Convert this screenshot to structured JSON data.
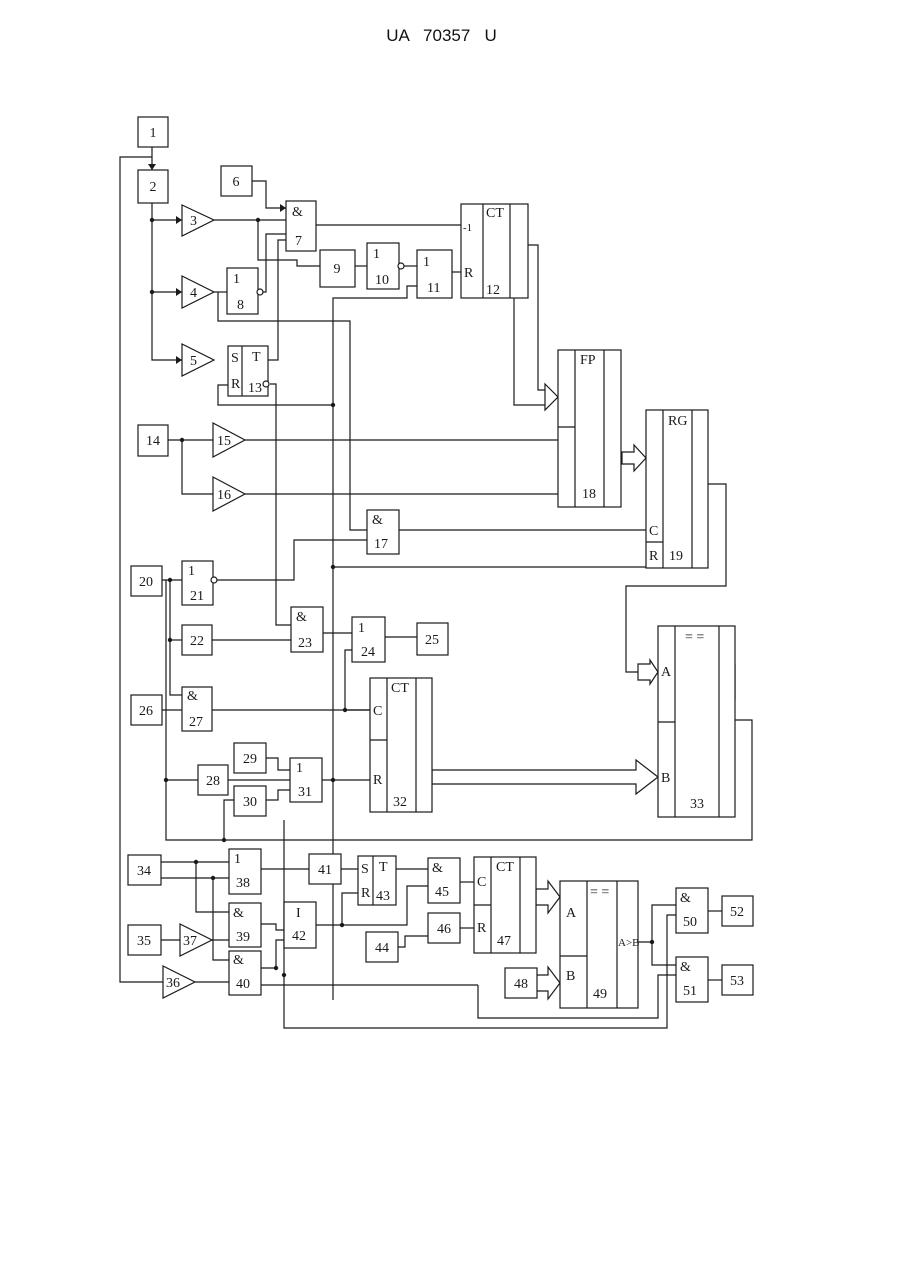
{
  "header": {
    "doc_id": "UA   70357   U"
  },
  "blocks": [
    {
      "id": "1",
      "label": "1"
    },
    {
      "id": "2",
      "label": "2"
    },
    {
      "id": "3",
      "label": "3"
    },
    {
      "id": "4",
      "label": "4"
    },
    {
      "id": "5",
      "label": "5"
    },
    {
      "id": "6",
      "label": "6"
    },
    {
      "id": "7",
      "label": "7",
      "symbol": "&"
    },
    {
      "id": "8",
      "label": "8",
      "symbol": "1"
    },
    {
      "id": "9",
      "label": "9"
    },
    {
      "id": "10",
      "label": "10",
      "symbol": "1"
    },
    {
      "id": "11",
      "label": "11",
      "symbol": "1"
    },
    {
      "id": "12",
      "label": "12",
      "symbol": "CT"
    },
    {
      "id": "13",
      "label": "13",
      "symbol": "T"
    },
    {
      "id": "14",
      "label": "14"
    },
    {
      "id": "15",
      "label": "15"
    },
    {
      "id": "16",
      "label": "16"
    },
    {
      "id": "17",
      "label": "17",
      "symbol": "&"
    },
    {
      "id": "18",
      "label": "18",
      "symbol": "FP"
    },
    {
      "id": "19",
      "label": "19",
      "symbol": "RG"
    },
    {
      "id": "20",
      "label": "20"
    },
    {
      "id": "21",
      "label": "21",
      "symbol": "1"
    },
    {
      "id": "22",
      "label": "22"
    },
    {
      "id": "23",
      "label": "23",
      "symbol": "&"
    },
    {
      "id": "24",
      "label": "24",
      "symbol": "1"
    },
    {
      "id": "25",
      "label": "25"
    },
    {
      "id": "26",
      "label": "26"
    },
    {
      "id": "27",
      "label": "27",
      "symbol": "&"
    },
    {
      "id": "28",
      "label": "28"
    },
    {
      "id": "29",
      "label": "29"
    },
    {
      "id": "30",
      "label": "30"
    },
    {
      "id": "31",
      "label": "31",
      "symbol": "1"
    },
    {
      "id": "32",
      "label": "32",
      "symbol": "CT"
    },
    {
      "id": "33",
      "label": "33",
      "symbol": "= ="
    },
    {
      "id": "34",
      "label": "34"
    },
    {
      "id": "35",
      "label": "35"
    },
    {
      "id": "36",
      "label": "36"
    },
    {
      "id": "37",
      "label": "37"
    },
    {
      "id": "38",
      "label": "38",
      "symbol": "1"
    },
    {
      "id": "39",
      "label": "39",
      "symbol": "&"
    },
    {
      "id": "40",
      "label": "40",
      "symbol": "&"
    },
    {
      "id": "41",
      "label": "41"
    },
    {
      "id": "42",
      "label": "42",
      "symbol": "I"
    },
    {
      "id": "43",
      "label": "43",
      "symbol": "T"
    },
    {
      "id": "44",
      "label": "44"
    },
    {
      "id": "45",
      "label": "45",
      "symbol": "&"
    },
    {
      "id": "46",
      "label": "46"
    },
    {
      "id": "47",
      "label": "47",
      "symbol": "CT"
    },
    {
      "id": "48",
      "label": "48"
    },
    {
      "id": "49",
      "label": "49",
      "symbol": "= ="
    },
    {
      "id": "50",
      "label": "50",
      "symbol": "&"
    },
    {
      "id": "51",
      "label": "51",
      "symbol": "&"
    },
    {
      "id": "52",
      "label": "52"
    },
    {
      "id": "53",
      "label": "53"
    }
  ],
  "pins": {
    "ct12_count": "-1",
    "ct12_reset": "R",
    "t13_set": "S",
    "t13_reset": "R",
    "rg19_c": "C",
    "rg19_r": "R",
    "ct32_c": "C",
    "ct32_r": "R",
    "cmp33_a": "A",
    "cmp33_b": "B",
    "t43_set": "S",
    "t43_reset": "R",
    "ct47_c": "C",
    "ct47_r": "R",
    "cmp49_a": "A",
    "cmp49_b": "B",
    "cmp49_out": "A>B"
  }
}
